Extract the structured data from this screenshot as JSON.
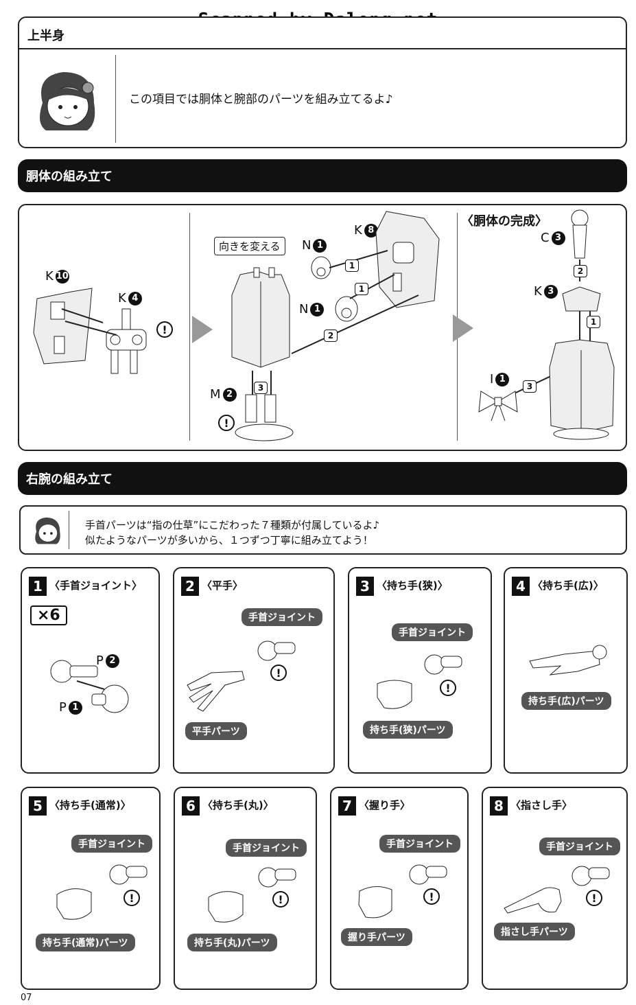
{
  "scanned": "Scanned by Dalong.net",
  "section_upper": {
    "title": "上半身",
    "intro": "この項目では胴体と腕部のパーツを組み立てるよ♪"
  },
  "section_torso": {
    "title": "胴体の組み立て",
    "step1": {
      "k10": "K",
      "k10_num": "10",
      "k4": "K",
      "k4_num": "4"
    },
    "step2": {
      "turn_note": "向きを変える",
      "n1a": "N",
      "n1a_num": "1",
      "n1b": "N",
      "n1b_num": "1",
      "k8": "K",
      "k8_num": "8",
      "m2": "M",
      "m2_num": "2",
      "seq1": "1",
      "seq1b": "1",
      "seq2": "2",
      "seq3": "3"
    },
    "step3": {
      "title": "〈胴体の完成〉",
      "c3": "C",
      "c3_num": "3",
      "k3": "K",
      "k3_num": "3",
      "i1": "I",
      "i1_num": "1",
      "seq2": "2",
      "seq1": "1",
      "seq3": "3"
    }
  },
  "section_arm": {
    "title": "右腕の組み立て",
    "note_line1": "手首パーツは“指の仕草”にこだわった７種類が付属しているよ♪",
    "note_line2": "似たようなパーツが多いから、１つずつ丁寧に組み立てよう！"
  },
  "joint_label": "手首ジョイント",
  "warn_mark": "!",
  "cells": [
    {
      "num": "1",
      "title": "〈手首ジョイント〉",
      "qty": "×6",
      "p2": "P",
      "p2_num": "2",
      "p1": "P",
      "p1_num": "1"
    },
    {
      "num": "2",
      "title": "〈平手〉",
      "part": "平手パーツ"
    },
    {
      "num": "3",
      "title": "〈持ち手(狭)〉",
      "part": "持ち手(狭)パーツ"
    },
    {
      "num": "4",
      "title": "〈持ち手(広)〉",
      "part": "持ち手(広)パーツ"
    },
    {
      "num": "5",
      "title": "〈持ち手(通常)〉",
      "part": "持ち手(通常)パーツ"
    },
    {
      "num": "6",
      "title": "〈持ち手(丸)〉",
      "part": "持ち手(丸)パーツ"
    },
    {
      "num": "7",
      "title": "〈握り手〉",
      "part": "握り手パーツ"
    },
    {
      "num": "8",
      "title": "〈指さし手〉",
      "part": "指さし手パーツ"
    }
  ],
  "page_number": "07"
}
